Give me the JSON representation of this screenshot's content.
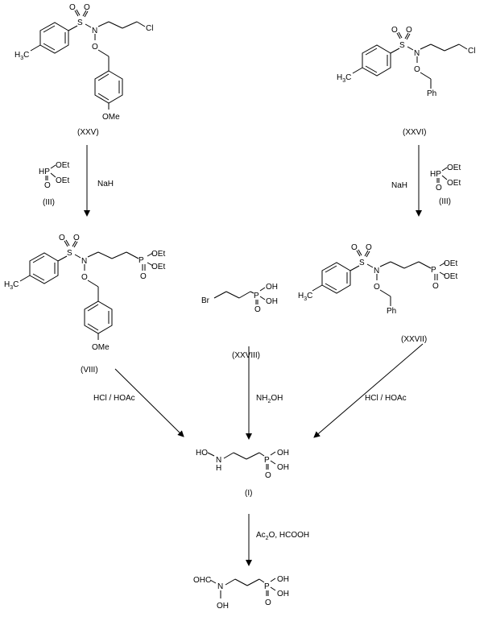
{
  "colors": {
    "ink": "#000000",
    "background": "#ffffff"
  },
  "compounds": {
    "xxv": {
      "label": "(XXV)",
      "methyl": "H",
      "methyl_sub": "3",
      "methyl_c": "C",
      "s": "S",
      "o": "O",
      "n": "N",
      "cl": "Cl",
      "ether_o": "O",
      "ome": "OMe"
    },
    "xxvi": {
      "label": "(XXVI)",
      "methyl": "H",
      "methyl_sub": "3",
      "methyl_c": "C",
      "s": "S",
      "o": "O",
      "n": "N",
      "cl": "Cl",
      "ether_o": "O",
      "ph": "Ph"
    },
    "viii": {
      "label": "(VIII)",
      "methyl": "H",
      "methyl_sub": "3",
      "methyl_c": "C",
      "s": "S",
      "o": "O",
      "n": "N",
      "p": "P",
      "oet": "OEt",
      "ether_o": "O",
      "ome": "OMe"
    },
    "xxvii": {
      "label": "(XXVII)",
      "methyl": "H",
      "methyl_sub": "3",
      "methyl_c": "C",
      "s": "S",
      "o": "O",
      "n": "N",
      "p": "P",
      "oet": "OEt",
      "ether_o": "O",
      "ph": "Ph"
    },
    "xxviii": {
      "label": "(XXVIII)",
      "br": "Br",
      "p": "P",
      "oh": "OH",
      "o": "O"
    },
    "i": {
      "label": "(I)",
      "ho": "HO",
      "n": "N",
      "h": "H",
      "p": "P",
      "oh": "OH",
      "o": "O"
    },
    "final": {
      "ohc": "OHC",
      "n": "N",
      "oh": "OH",
      "p": "P",
      "o": "O"
    }
  },
  "reagents": {
    "phosphite": {
      "hp": "HP",
      "oet": "OEt",
      "o": "O",
      "label": "(III)"
    },
    "nah": "NaH",
    "hcl_hoac": "HCl / HOAc",
    "nh2oh": {
      "pre": "NH",
      "sub": "2",
      "post": "OH"
    },
    "ac2o": {
      "pre": "Ac",
      "sub": "2",
      "post": "O, HCOOH"
    }
  }
}
